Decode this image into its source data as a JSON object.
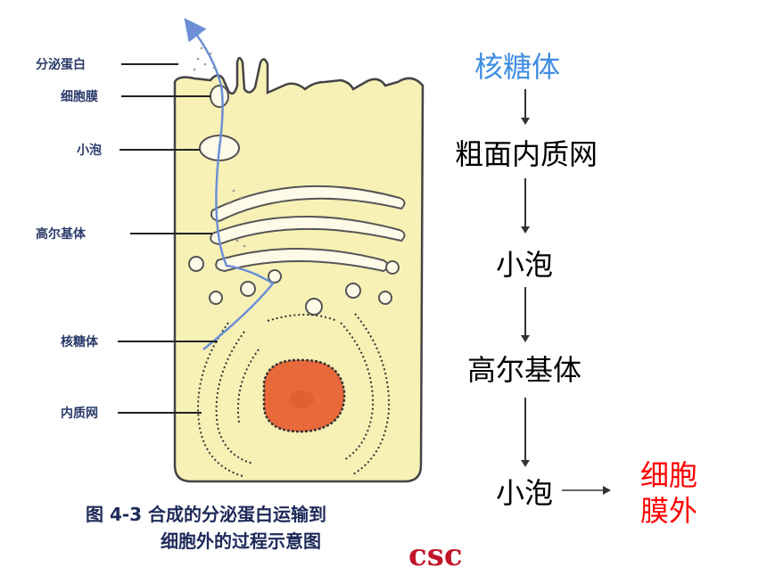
{
  "diagram": {
    "labels": [
      "分泌蛋白",
      "细胞膜",
      "小泡",
      "高尔基体",
      "核糖体",
      "内质网"
    ],
    "caption_line1": "图 4-3  合成的分泌蛋白运输到",
    "caption_line2": "细胞外的过程示意图",
    "watermark": "csc",
    "colors": {
      "cytoplasm": "#f7f1b6",
      "nucleus": "#e8693a",
      "path": "#6c8fd6"
    }
  },
  "flow": {
    "steps": [
      "核糖体",
      "粗面内质网",
      "小泡",
      "高尔基体",
      "小泡"
    ],
    "outside_line1": "细胞",
    "outside_line2": "膜外",
    "colors": {
      "first": "#3e8ee4",
      "outside": "#ff0000",
      "text": "#000000"
    }
  }
}
